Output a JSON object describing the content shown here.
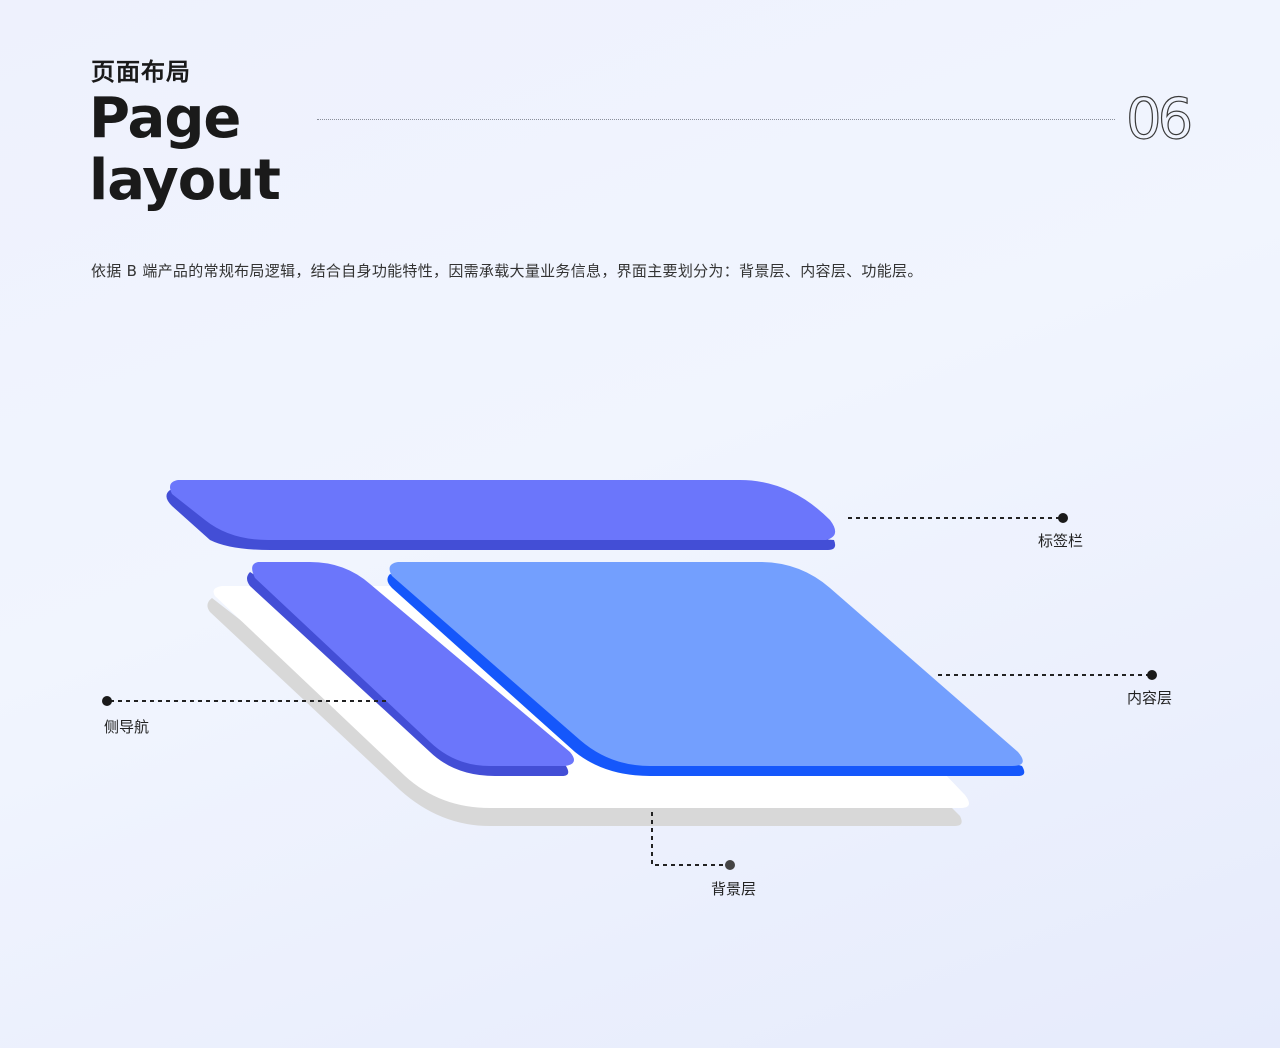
{
  "header": {
    "title_zh": "页面布局",
    "title_en_line1": "Page",
    "title_en_line2": "layout",
    "section_number": "06"
  },
  "description": "依据 B 端产品的常规布局逻辑，结合自身功能特性，因需承载大量业务信息，界面主要划分为：背景层、内容层、功能层。",
  "diagram": {
    "layers": [
      {
        "id": "tab-bar",
        "label": "标签栏",
        "color": "#6b76fb",
        "shadow_color": "#434ed6"
      },
      {
        "id": "side-nav",
        "label": "侧导航",
        "color": "#6b76fb",
        "shadow_color": "#434ed6"
      },
      {
        "id": "content-layer",
        "label": "内容层",
        "color": "#739ffe",
        "shadow_color": "#1557fb"
      },
      {
        "id": "background-layer",
        "label": "背景层",
        "color": "#ffffff",
        "shadow_color": "#d8d8d8"
      }
    ]
  }
}
